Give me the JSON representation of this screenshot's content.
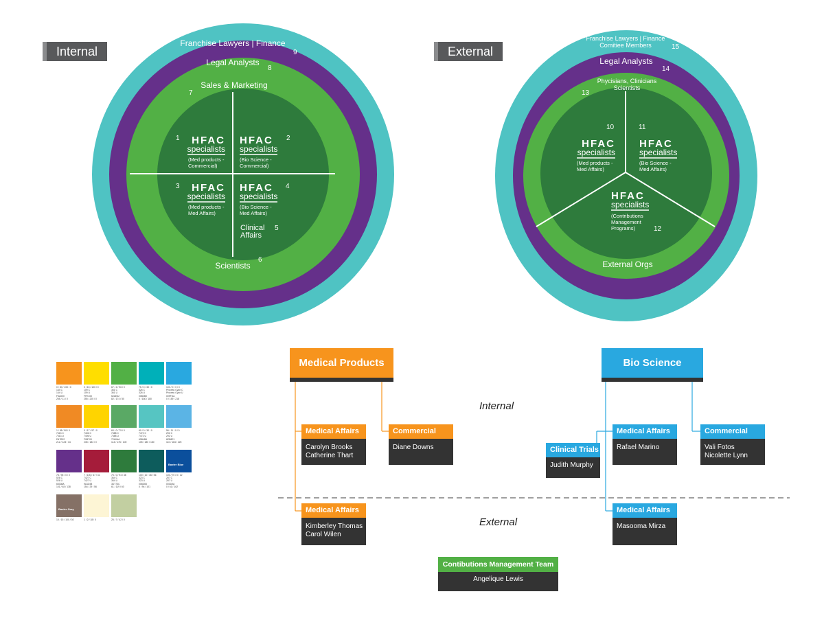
{
  "colors": {
    "teal": "#4fc3c3",
    "purple": "#65308a",
    "green": "#52b045",
    "dark_green": "#2e7b3c",
    "orange": "#f7941d",
    "blue": "#29a8e0",
    "dark_box": "#333333",
    "tag_gray": "#58595b"
  },
  "internal": {
    "tag": "Internal",
    "outer": {
      "label": "Franchise Lawyers | Finance",
      "num": "9"
    },
    "mid": {
      "label": "Legal Analysts",
      "num": "8"
    },
    "inner": {
      "label": "Sales & Marketing",
      "num": "7"
    },
    "bottom": {
      "label": "Scientists",
      "num": "6"
    },
    "quadrants": [
      {
        "num": "1",
        "title": "HFAC",
        "sub": "specialists",
        "d1": "(Med products -",
        "d2": "Commercial)"
      },
      {
        "num": "2",
        "title": "HFAC",
        "sub": "specialists",
        "d1": "(Bio Science -",
        "d2": "Commercial)"
      },
      {
        "num": "3",
        "title": "HFAC",
        "sub": "specialists",
        "d1": "(Med products -",
        "d2": "Med Affairs)"
      },
      {
        "num": "4",
        "title": "HFAC",
        "sub": "specialists",
        "d1": "(Bio Science -",
        "d2": "Med Affairs)"
      }
    ],
    "clinical": {
      "l1": "Clinical",
      "l2": "Affairs",
      "num": "5"
    }
  },
  "external": {
    "tag": "External",
    "outer": {
      "label1": "Franchise Lawyers | Finance",
      "label2": "Comitiee Members",
      "num": "15"
    },
    "mid": {
      "label": "Legal Analysts",
      "num": "14"
    },
    "inner": {
      "label1": "Phycisians, Clinicians",
      "label2": "Scientists",
      "num": "13"
    },
    "bottom": {
      "label": "External Orgs"
    },
    "sectors": [
      {
        "num": "10",
        "title": "HFAC",
        "sub": "specialists",
        "d1": "(Med products -",
        "d2": "Med Affairs)"
      },
      {
        "num": "11",
        "title": "HFAC",
        "sub": "specialists",
        "d1": "(Bio Science -",
        "d2": "Med Affairs)"
      },
      {
        "num": "12",
        "title": "HFAC",
        "sub": "specialists",
        "d1": "(Contributions",
        "d2": "Management",
        "d3": "Programs)"
      }
    ]
  },
  "palette": [
    {
      "color": "#f7941d",
      "code": "0 / 50 / 100 / 0\n144 C\n144 U\nF6A000\n255 / 11 / 0"
    },
    {
      "color": "#ffde00",
      "code": "0 / 15 / 100 / 0\n109 C\n109 U\nFFE100\n255 / 225 / 0"
    },
    {
      "color": "#52b045",
      "code": "67 / 2 / 96 / 0\n361 C\n361 U\n52AE32\n82 / 174 / 50"
    },
    {
      "color": "#00b0b9",
      "code": "75 / 0 / 30 / 0\n326 C\n326 U\n00B3B0\n0 / 180 / 180"
    },
    {
      "color": "#29a8e0",
      "code": "100 / 0 / 0 / 0\nProcess Cyan C\nProcess Cyan U\n009FDA\n0 / 159 / 218"
    },
    {
      "color": "#f08a24",
      "code": "1 / 58 / 98 / 0\n7413 C\n7413 U\nD47B22\n212 / 123 / 34"
    },
    {
      "color": "#ffd400",
      "code": "0 / 17 / 97 / 0\n7406 C\n7406 U\nF0B700\n235 / 183 / 0"
    },
    {
      "color": "#5aa965",
      "code": "60 / 0 / 75 / 0\n7488 C\n7488 U\n72A0AA\n114 / 176 / 100"
    },
    {
      "color": "#56c5c2",
      "code": "60 / 0 / 30 / 0\n7472 C\n7472 U\n69B4B6\n105 / 180 / 180"
    },
    {
      "color": "#5bb4e5",
      "code": "56 / 11 / 0 / 0\n292 C\n292 U\n6EB8E1\n110 / 184 / 225"
    },
    {
      "color": "#65308a",
      "code": "78 / 95 / 0 / 0\n526 C\n526 U\n65308A\n101 / 48 / 138"
    },
    {
      "color": "#a51c3a",
      "code": "7 / 100 / 67 / 31\n7427 C\n7427 U\n9A1D38\n154 / 29 / 56"
    },
    {
      "color": "#2e7b3c",
      "code": "75 / 0 / 94 / 38\n364 C\n364 U\n3D773C\n61 / 119 / 60"
    },
    {
      "color": "#0d5c5c",
      "code": "100 / 10 / 36 / 56\n323 C\n323 U\n006D65\n0 / 94 / 101"
    },
    {
      "color": "#0b4f9c",
      "label": "Baxter Blue",
      "code": "100 / 70 / 0 / 12\n287 C\n287 U\n003DA6\n0 / 61 / 162"
    },
    {
      "color": "#857166",
      "label": "Baxter Gray",
      "code": "10 / 15 / 100 / 30"
    },
    {
      "color": "#fdf5d5",
      "code": "1 / 2 / 18 / 0"
    },
    {
      "color": "#c2cfa1",
      "code": "25 / 7 / 42 / 0"
    }
  ],
  "org": {
    "internal_label": "Internal",
    "external_label": "External",
    "medical_products": "Medical Products",
    "bio_science": "Bio Science",
    "mp_med_affairs": {
      "title": "Medical Affairs",
      "names": [
        "Carolyn Brooks",
        "Catherine Thart"
      ]
    },
    "mp_commercial": {
      "title": "Commercial",
      "names": [
        "Diane Downs"
      ]
    },
    "bs_clinical": {
      "title": "Clinical Trials",
      "names": [
        "Judith Murphy"
      ]
    },
    "bs_med_affairs": {
      "title": "Medical Affairs",
      "names": [
        "Rafael Marino"
      ]
    },
    "bs_commercial": {
      "title": "Commercial",
      "names": [
        "Vali Fotos",
        "Nicolette Lynn"
      ]
    },
    "mp_ext_med_affairs": {
      "title": "Medical Affairs",
      "names": [
        "Kimberley Thomas",
        "Carol Wilen"
      ]
    },
    "bs_ext_med_affairs": {
      "title": "Medical Affairs",
      "names": [
        "Masooma Mirza"
      ]
    },
    "cm_team": {
      "title": "Contibutions Management Team",
      "names": [
        "Angelique Lewis"
      ]
    }
  }
}
